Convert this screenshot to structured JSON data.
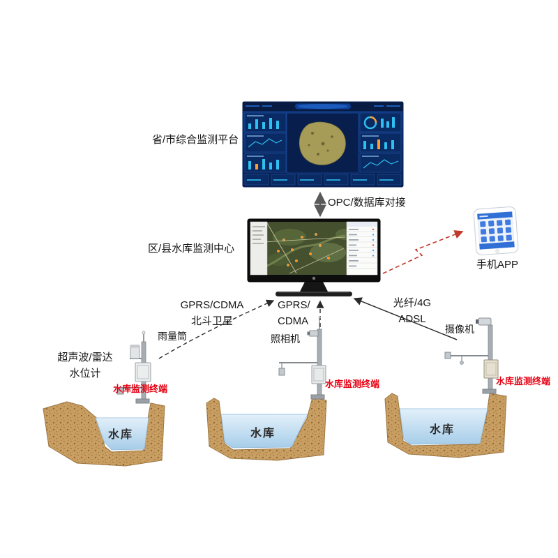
{
  "labels": {
    "platform": "省/市综合监测平台",
    "opc_link": "OPC/数据库对接",
    "monitor_center": "区/县水库监测中心",
    "phone_app": "手机APP",
    "left_link_line1": "GPRS/CDMA",
    "left_link_line2": "北斗卫星",
    "mid_link_line1": "GPRS/",
    "mid_link_line2": "CDMA",
    "right_link_line1": "光纤/4G",
    "right_link_line2": "ADSL",
    "rain_gauge": "雨量筒",
    "still_camera": "照相机",
    "video_camera": "摄像机",
    "water_level_line1": "超声波/雷达",
    "water_level_line2": "水位计",
    "terminal": "水库监测终端",
    "reservoir": "水库"
  },
  "colors": {
    "terminal_label_red": "#e60012",
    "red_arrow": "#c0392b",
    "arrow_black": "#2b2b2b",
    "water": "#c3ddf0",
    "soil": "#c99e62",
    "dashboard_bg": "#0c2b66",
    "dashboard_accent": "#2ec0f0",
    "map_screen_olive": "#45502f",
    "phone_accent": "#2f6fd6"
  }
}
